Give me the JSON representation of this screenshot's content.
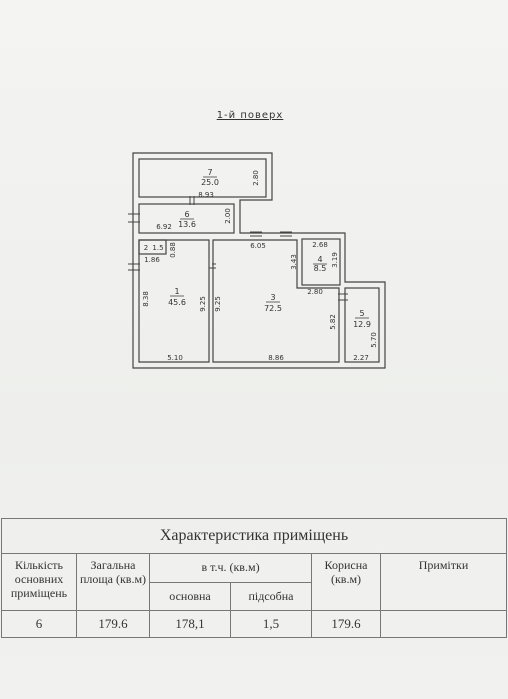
{
  "floor_title": "1-й поверх",
  "rooms": [
    {
      "no": "7",
      "area": "25.0"
    },
    {
      "no": "6",
      "area": "13.6"
    },
    {
      "no": "2",
      "area": "1.5"
    },
    {
      "no": "1",
      "area": "45.6"
    },
    {
      "no": "3",
      "area": "72.5"
    },
    {
      "no": "4",
      "area": "8.5"
    },
    {
      "no": "5",
      "area": "12.9"
    }
  ],
  "dimensions": {
    "d280a": "2.80",
    "d893": "8.93",
    "d200": "2.00",
    "d692": "6.92",
    "d605": "6.05",
    "d268": "2.68",
    "d088": "0.88",
    "d186": "1.86",
    "d343": "3.43",
    "d319": "3.19",
    "d280b": "2.80",
    "d838": "8.38",
    "d925a": "9.25",
    "d925b": "9.25",
    "d582": "5.82",
    "d570": "5.70",
    "d510": "5.10",
    "d886": "8.86",
    "d227": "2.27"
  },
  "table": {
    "title": "Характеристика приміщень",
    "headers": {
      "count": "Кількість основних приміщень",
      "total": "Загальна площа (кв.м)",
      "incl": "в т.ч. (кв.м)",
      "main": "основна",
      "aux": "підсобна",
      "useful": "Корисна (кв.м)",
      "notes": "Примітки"
    },
    "values": {
      "count": "6",
      "total": "179.6",
      "main": "178,1",
      "aux": "1,5",
      "useful": "179.6",
      "notes": ""
    }
  }
}
